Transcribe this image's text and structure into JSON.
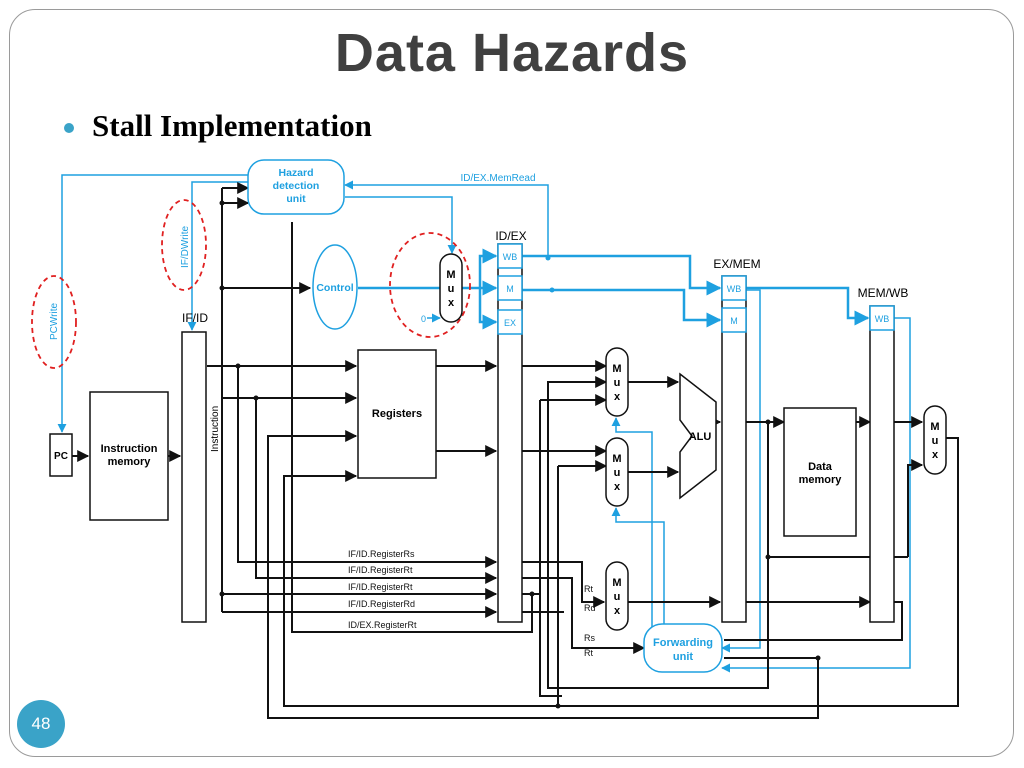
{
  "slide": {
    "title": "Data Hazards",
    "bullet": "Stall Implementation",
    "page_number": "48"
  },
  "colors": {
    "accent": "#3aa3c8",
    "title": "#404040",
    "control_blue": "#1ea0e0",
    "highlight_red": "#e02020"
  },
  "diagram": {
    "hazard_unit": [
      "Hazard",
      "detection",
      "unit"
    ],
    "control": "Control",
    "id_ex_memread": "ID/EX.MemRead",
    "if_dwrite": "IF/DWrite",
    "pcwrite": "PCWrite",
    "pipeline_regs": {
      "if_id": "IF/ID",
      "id_ex": "ID/EX",
      "ex_mem": "EX/MEM",
      "mem_wb": "MEM/WB"
    },
    "ctrl_fields": {
      "wb": "WB",
      "m": "M",
      "ex": "EX"
    },
    "pc": "PC",
    "instruction_memory": [
      "Instruction",
      "memory"
    ],
    "instruction": "Instruction",
    "registers": "Registers",
    "alu": "ALU",
    "data_memory": [
      "Data",
      "memory"
    ],
    "mux_letters": [
      "M",
      "u",
      "x"
    ],
    "zero": "0",
    "forwarding_unit": [
      "Forwarding",
      "unit"
    ],
    "bus_labels": [
      "IF/ID.RegisterRs",
      "IF/ID.RegisterRt",
      "IF/ID.RegisterRt",
      "IF/ID.RegisterRd",
      "ID/EX.RegisterRt"
    ],
    "field_labels": {
      "rt": "Rt",
      "rd": "Rd",
      "rs": "Rs",
      "rt2": "Rt"
    }
  }
}
